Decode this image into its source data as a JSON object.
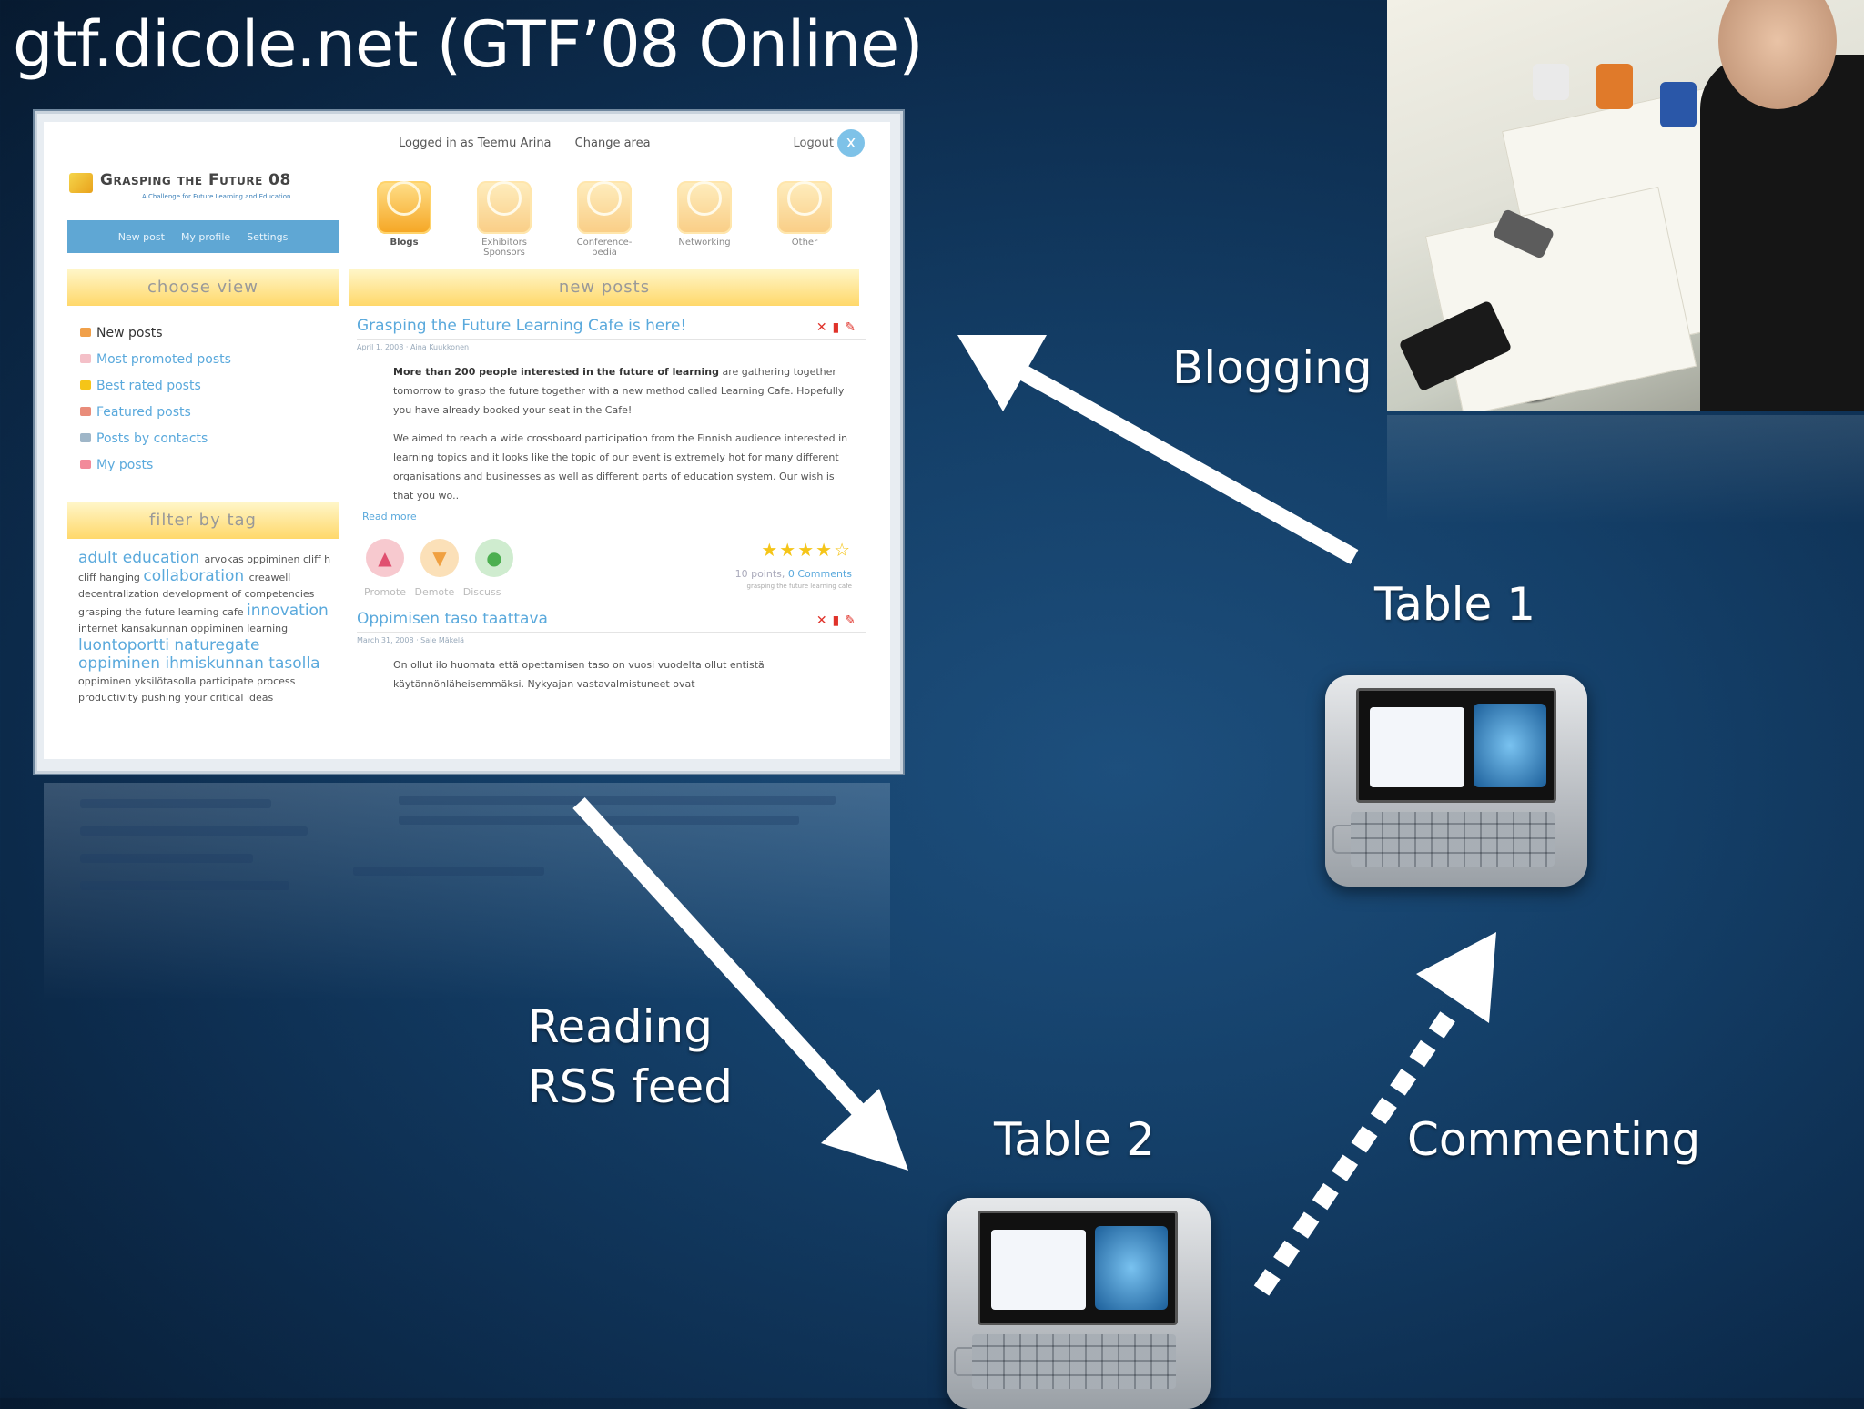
{
  "slide": {
    "title": "gtf.dicole.net (GTF’08 Online)",
    "labels": {
      "blogging": "Blogging",
      "table1": "Table 1",
      "table2": "Table 2",
      "reading_line1": "Reading",
      "reading_line2": "RSS feed",
      "commenting": "Commenting"
    }
  },
  "site": {
    "topbar": {
      "logged_in": "Logged in as Teemu Arina",
      "change_area": "Change area",
      "logout": "Logout",
      "close": "x"
    },
    "logo": {
      "title": "Grasping the Future 08",
      "subtitle": "A Challenge for Future Learning and Education"
    },
    "nav": [
      "New post",
      "My profile",
      "Settings"
    ],
    "apps": [
      {
        "label": "Blogs",
        "active": true
      },
      {
        "label": "Exhibitors Sponsors",
        "active": false
      },
      {
        "label": "Conference-pedia",
        "active": false
      },
      {
        "label": "Networking",
        "active": false
      },
      {
        "label": "Other",
        "active": false
      }
    ],
    "choose_view": {
      "heading": "choose view",
      "items": [
        "New posts",
        "Most promoted posts",
        "Best rated posts",
        "Featured posts",
        "Posts by contacts",
        "My posts"
      ]
    },
    "filter_by_tag": {
      "heading": "filter by tag",
      "tags_html": [
        [
          "adult education",
          "big"
        ],
        [
          "arvokas oppiminen",
          ""
        ],
        [
          "cliff h",
          ""
        ],
        [
          "cliff hanging",
          ""
        ],
        [
          "collaboration",
          "big"
        ],
        [
          "creawell",
          ""
        ],
        [
          "decentralization",
          ""
        ],
        [
          "development of competencies",
          ""
        ],
        [
          "grasping the future learning cafe",
          ""
        ],
        [
          "innovation",
          "big"
        ],
        [
          "internet",
          ""
        ],
        [
          "kansakunnan oppiminen",
          ""
        ],
        [
          "learning",
          ""
        ],
        [
          "luontoportti",
          "big"
        ],
        [
          "naturegate",
          "big"
        ],
        [
          "oppiminen ihmiskunnan tasolla",
          "big"
        ],
        [
          "oppiminen yksilötasolla",
          ""
        ],
        [
          "participate",
          ""
        ],
        [
          "process",
          ""
        ],
        [
          "productivity",
          ""
        ],
        [
          "pushing your critical ideas",
          ""
        ]
      ]
    },
    "new_posts": {
      "heading": "new posts",
      "post1": {
        "title": "Grasping the Future Learning Cafe is here!",
        "meta": "April 1, 2008 · Aina Kuukkonen",
        "para1_bold": "More than 200 people interested in the future of learning",
        "para1_rest": " are gathering together tomorrow to grasp the future together with a new method called Learning Cafe. Hopefully you have already booked your seat in the Cafe!",
        "para2": "We aimed to reach a wide crossboard participation from the Finnish audience interested in learning topics and it looks like the topic of our event is extremely hot for many different organisations and businesses as well as different parts of education system. Our wish is that you wo..",
        "read_more": "Read more",
        "vote_labels": "Promote Demote Discuss",
        "points": "10 points,",
        "comments": "0 Comments",
        "tags": "grasping the future learning cafe"
      },
      "post2": {
        "title": "Oppimisen taso taattava",
        "meta": "March 31, 2008 · Sale Mäkelä",
        "body": "On ollut ilo huomata että opettamisen taso on vuosi vuodelta ollut entistä käytännönläheisemmäksi. Nykyajan vastavalmistuneet ovat"
      }
    }
  },
  "colors": {
    "link": "#5aa9dc",
    "panel": "#ffd86a",
    "nav": "#5fa7d4",
    "arrow": "#ffffff"
  }
}
